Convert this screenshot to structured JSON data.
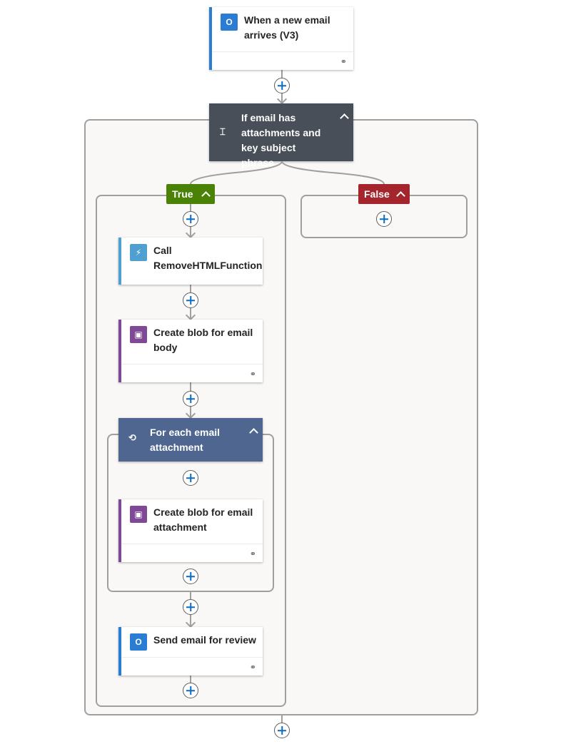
{
  "trigger": {
    "title": "When a new email arrives (V3)",
    "icon": "outlook-icon",
    "accent": "#2b7cd3"
  },
  "condition": {
    "title": "If email has attachments and key subject phrase",
    "icon": "condition-icon",
    "color": "#484f58"
  },
  "true_branch": {
    "label": "True",
    "color": "#498205"
  },
  "false_branch": {
    "label": "False",
    "color": "#a4262c"
  },
  "actions": {
    "call_function": {
      "title": "Call RemoveHTMLFunction",
      "icon": "azure-function-icon",
      "accent": "#4fa0d0"
    },
    "blob_body": {
      "title": "Create blob for email body",
      "icon": "blob-storage-icon",
      "accent": "#804998"
    },
    "foreach": {
      "title": "For each email attachment",
      "icon": "loop-icon",
      "color": "#4e6690"
    },
    "blob_attachment": {
      "title": "Create blob for email attachment",
      "icon": "blob-storage-icon",
      "accent": "#804998"
    },
    "send_email": {
      "title": "Send email for review",
      "icon": "outlook-icon",
      "accent": "#2b7cd3"
    }
  }
}
